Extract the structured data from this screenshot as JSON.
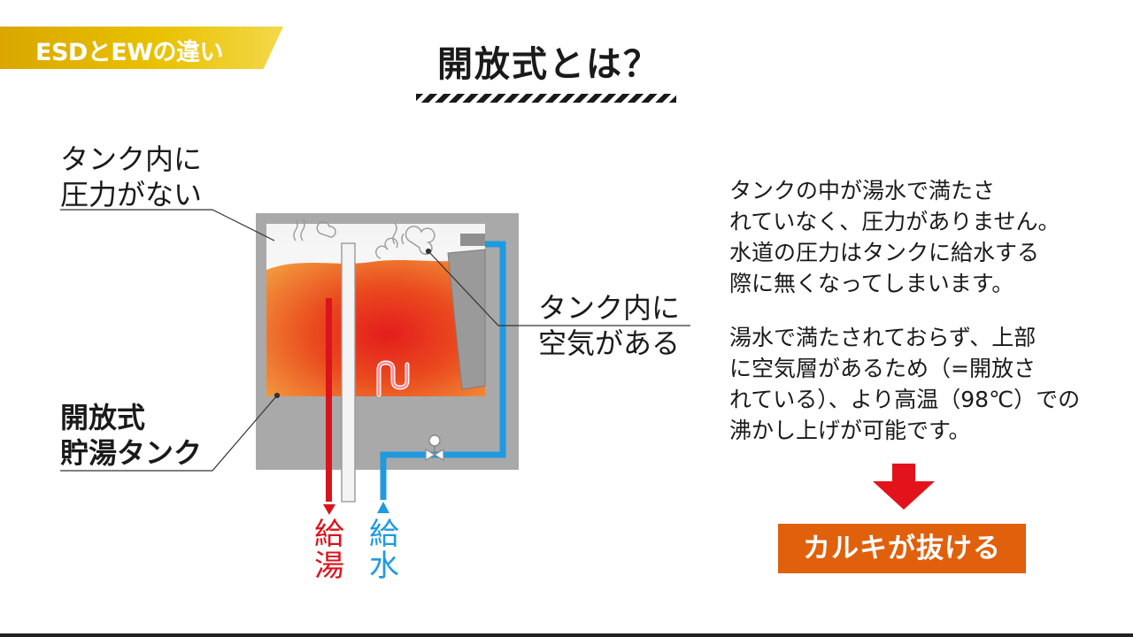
{
  "header": {
    "section_tag": "ESDとEWの違い",
    "title": "開放式とは？"
  },
  "diagram": {
    "label_no_pressure": [
      "タンク内に",
      "圧力がない"
    ],
    "label_air": [
      "タンク内に",
      "空気がある"
    ],
    "label_tank": [
      "開放式",
      "貯湯タンク"
    ],
    "hot_outlet": [
      "給",
      "湯"
    ],
    "water_inlet": [
      "給",
      "水"
    ],
    "colors": {
      "hot_pipe": "#d9141c",
      "cold_pipe": "#1f9ae0",
      "tank_wall": "#a9a9a9",
      "water_hot": "#e8401c",
      "water_warm": "#f39a3a"
    }
  },
  "description": {
    "paragraph1": [
      "タンクの中が湯水で満たさ",
      "れていなく、圧力がありません。",
      "水道の圧力はタンクに給水する",
      "際に無くなってしまいます。"
    ],
    "paragraph2": [
      "湯水で満たされておらず、上部",
      "に空気層があるため（=開放さ",
      "れている）、より高温（98℃）での",
      "沸かし上げが可能です。"
    ]
  },
  "result_label": "カルキが抜ける"
}
